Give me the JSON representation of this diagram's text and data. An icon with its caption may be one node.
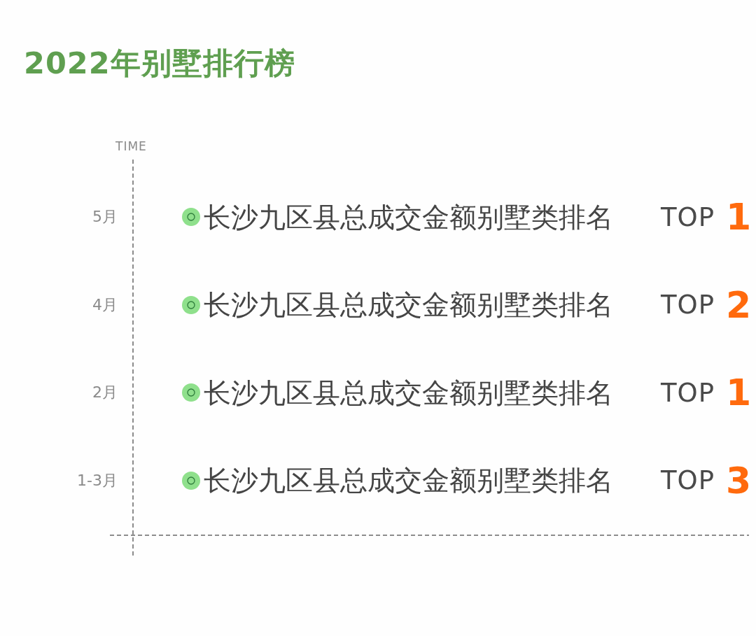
{
  "diagram": {
    "title": "2022年别墅排行榜",
    "labels": [
      "TIME",
      "5月",
      "长沙九区县总成交金额别墅类排名",
      "TOP",
      "1",
      "4月",
      "长沙九区县总成交金额别墅类排名",
      "TOP",
      "2",
      "2月",
      "长沙九区县总成交金额别墅类排名",
      "TOP",
      "1",
      "1-3月",
      "长沙九区县总成交金额别墅类排名",
      "TOP",
      "3"
    ]
  }
}
